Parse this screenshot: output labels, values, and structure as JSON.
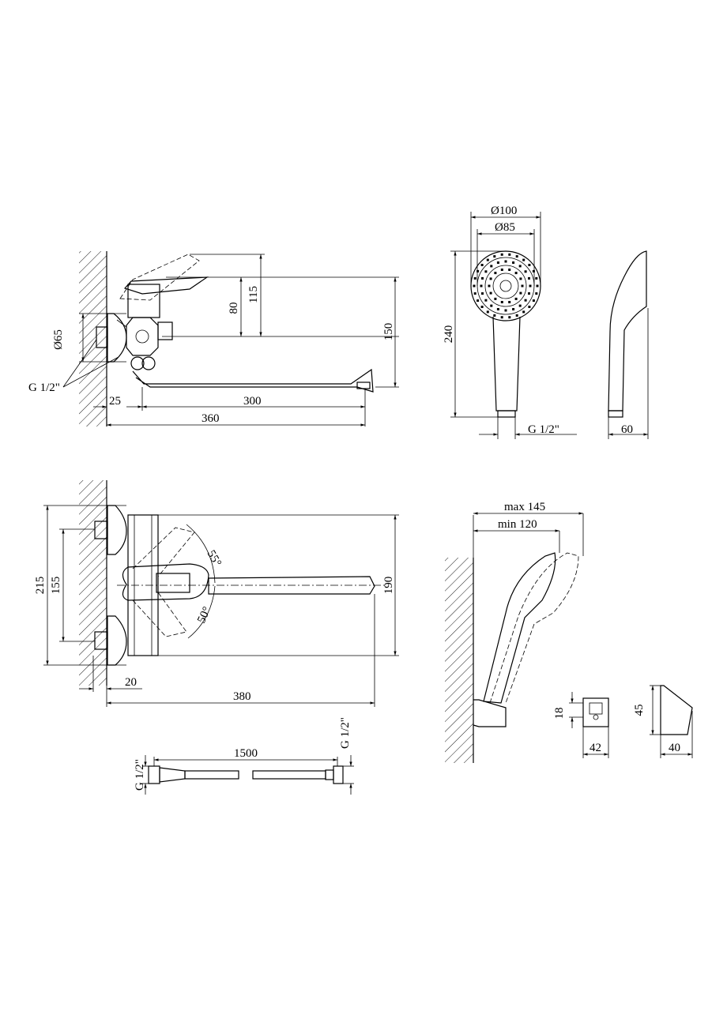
{
  "side_view": {
    "d_flange": "Ø65",
    "thread": "G 1/2\"",
    "dim_25": "25",
    "dim_300": "300",
    "dim_360": "360",
    "dim_80": "80",
    "dim_115": "115",
    "dim_150": "150"
  },
  "shower_head": {
    "d_outer": "Ø100",
    "d_inner": "Ø85",
    "height": "240",
    "thread": "G 1/2\"",
    "depth": "60"
  },
  "top_view": {
    "dim_215": "215",
    "dim_155": "155",
    "dim_190": "190",
    "dim_20": "20",
    "dim_380": "380",
    "angle_55": "55°",
    "angle_50": "50°"
  },
  "holder": {
    "max": "max 145",
    "min": "min 120",
    "dim_18": "18",
    "dim_42": "42",
    "dim_45": "45",
    "dim_40": "40"
  },
  "hose": {
    "length": "1500",
    "thread_left": "G 1/2\"",
    "thread_right": "G 1/2\""
  }
}
